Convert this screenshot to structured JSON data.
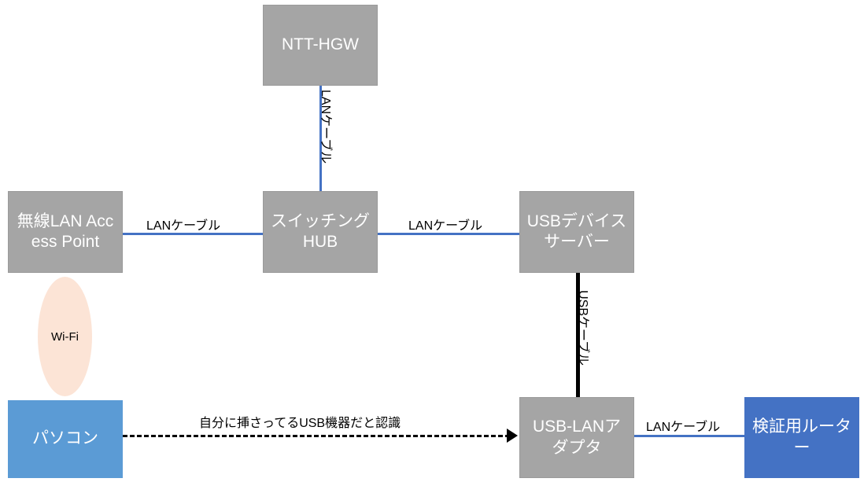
{
  "diagram": {
    "nodes": [
      {
        "id": "ntt_hgw",
        "label": "NTT-HGW"
      },
      {
        "id": "wireless_ap",
        "label": "無線LAN Access Point"
      },
      {
        "id": "switching_hub",
        "label": "スイッチングHUB"
      },
      {
        "id": "usb_device_srv",
        "label": "USBデバイスサーバー"
      },
      {
        "id": "pc",
        "label": "パソコン"
      },
      {
        "id": "usb_lan_adapter",
        "label": "USB-LANアダプタ"
      },
      {
        "id": "test_router",
        "label": "検証用ルーター"
      }
    ],
    "links": [
      {
        "id": "hgw_to_hub",
        "label": "LANケーブル"
      },
      {
        "id": "ap_to_hub",
        "label": "LANケーブル"
      },
      {
        "id": "hub_to_usbsrv",
        "label": "LANケーブル"
      },
      {
        "id": "usbsrv_to_adapter",
        "label": "USBケーブル"
      },
      {
        "id": "adapter_to_router",
        "label": "LANケーブル"
      },
      {
        "id": "pc_to_adapter",
        "label": "自分に挿さってるUSB機器だと認識"
      }
    ],
    "wireless": {
      "label": "Wi-Fi"
    },
    "colors": {
      "device_gray": "#a5a5a5",
      "lan_blue": "#4472c4",
      "pc_blue": "#5b9bd5",
      "router_blue": "#4472c4",
      "wifi_peach": "#fce4d6",
      "usb_black": "#000000"
    }
  }
}
